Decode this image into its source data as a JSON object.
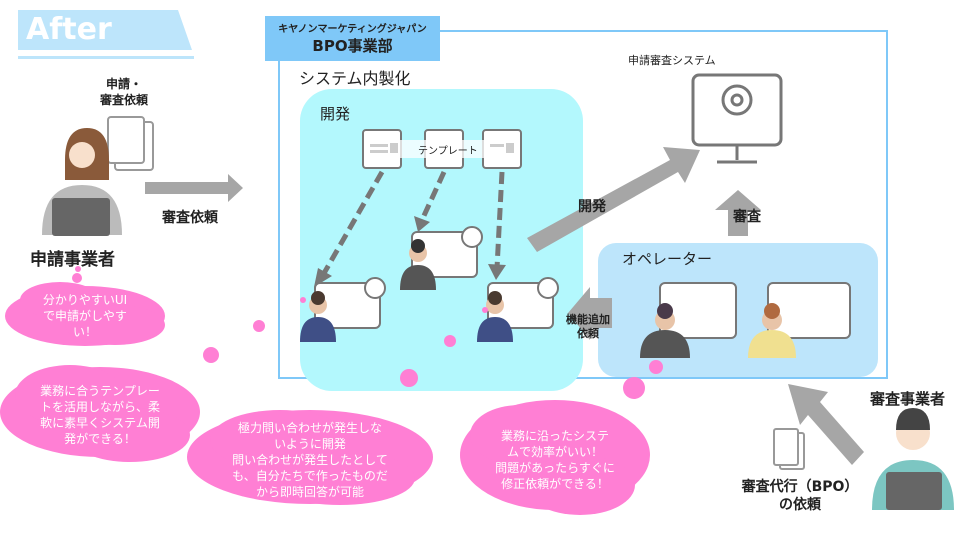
{
  "banner": {
    "label": "After"
  },
  "org": {
    "line1": "キヤノンマーケティングジャパン",
    "line2": "BPO事業部"
  },
  "section": {
    "title": "システム内製化"
  },
  "dev": {
    "label": "開発",
    "template_label": "テンプレート"
  },
  "system": {
    "label": "申請審査システム"
  },
  "arrows": {
    "dev": "開発",
    "review": "審査",
    "feature_request": "機能追加\n依頼",
    "review_request": "審査依頼",
    "bpo_request": "審査代行（BPO）\nの依頼"
  },
  "operator": {
    "label": "オペレーター"
  },
  "applicant": {
    "label": "申請事業者",
    "doc_label": "申請・\n審査依頼"
  },
  "reviewer": {
    "label": "審査事業者"
  },
  "clouds": [
    "分かりやすいUI\nで申請がしやす\nい！",
    "業務に合うテンプレー\nトを活用しながら、柔\n軟に素早くシステム開\n発ができる！",
    "極力問い合わせが発生しな\nいように開発\n問い合わせが発生したとして\nも、自分たちで作ったものだ\nから即時回答が可能",
    "業務に沿ったシステ\nムで効率がいい！\n問題があったらすぐに\n修正依頼ができる！"
  ],
  "colors": {
    "banner": "#bde5fb",
    "frame": "#7fc8f8",
    "dev_area": "#b3f8fd",
    "operator_area": "#bde5fb",
    "cloud": "#ff7fd4",
    "arrow": "#a6a6a6"
  }
}
